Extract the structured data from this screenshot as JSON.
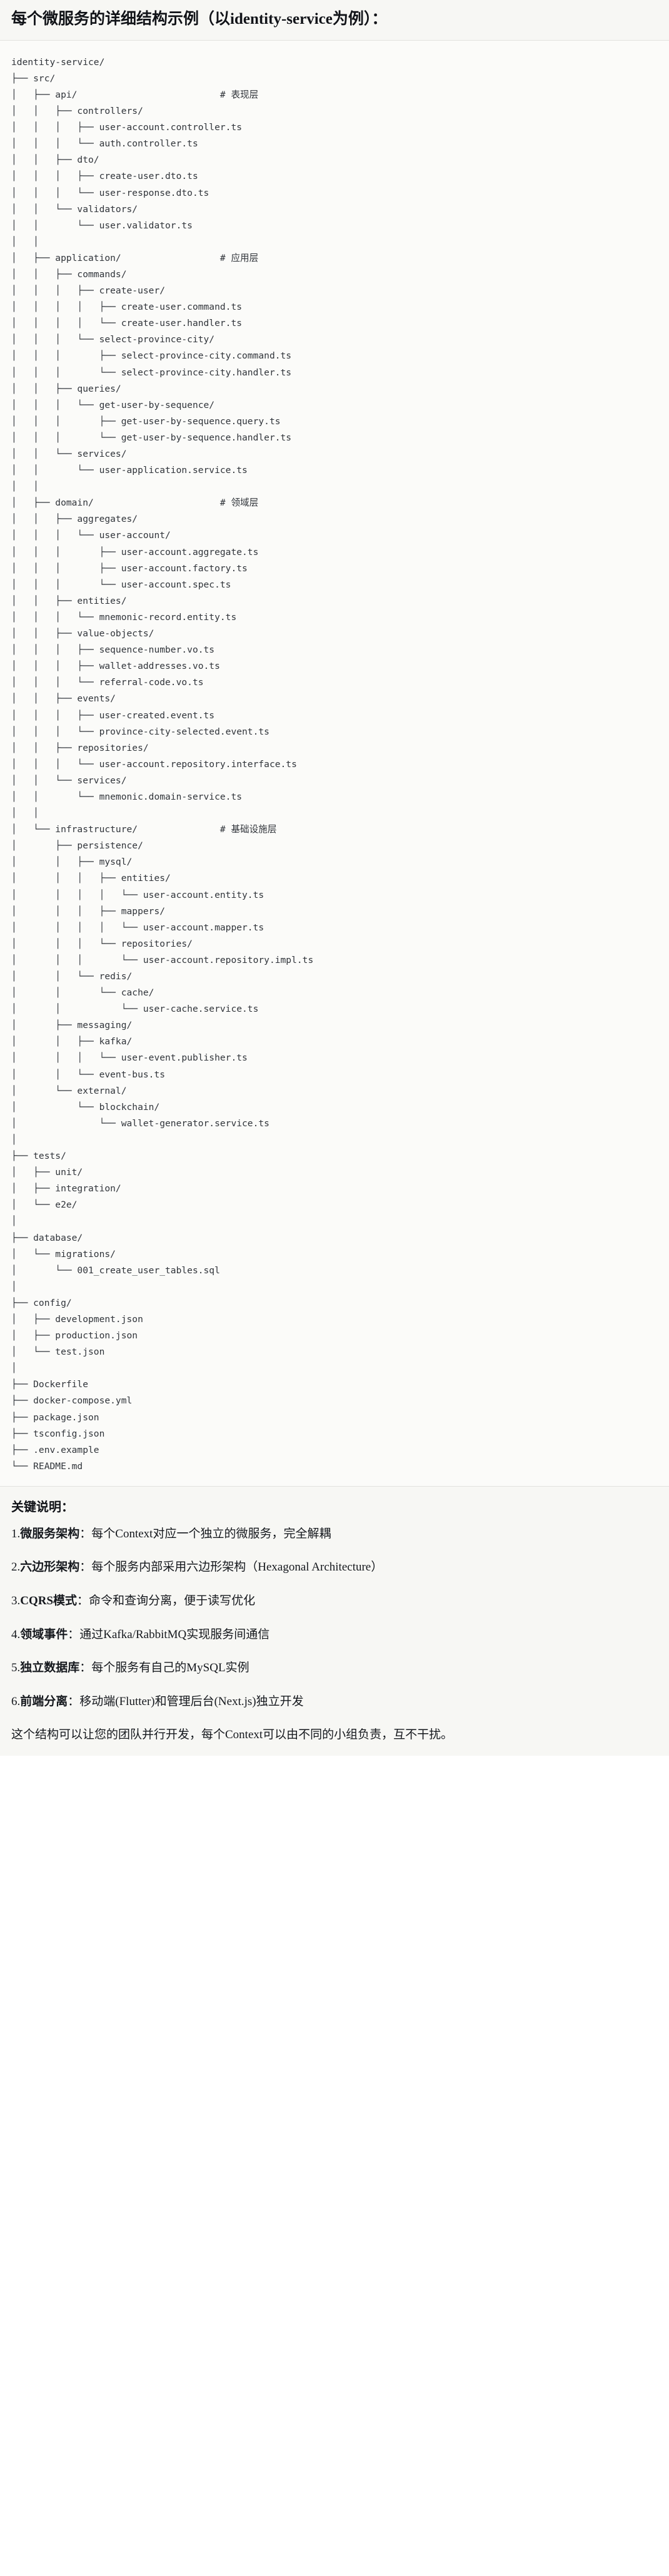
{
  "header": {
    "title": "每个微服务的详细结构示例（以identity-service为例）："
  },
  "tree": {
    "root": "identity-service/",
    "lines": [
      "identity-service/",
      "├── src/",
      "│   ├── api/                          # 表现层",
      "│   │   ├── controllers/",
      "│   │   │   ├── user-account.controller.ts",
      "│   │   │   └── auth.controller.ts",
      "│   │   ├── dto/",
      "│   │   │   ├── create-user.dto.ts",
      "│   │   │   └── user-response.dto.ts",
      "│   │   └── validators/",
      "│   │       └── user.validator.ts",
      "│   │",
      "│   ├── application/                  # 应用层",
      "│   │   ├── commands/",
      "│   │   │   ├── create-user/",
      "│   │   │   │   ├── create-user.command.ts",
      "│   │   │   │   └── create-user.handler.ts",
      "│   │   │   └── select-province-city/",
      "│   │   │       ├── select-province-city.command.ts",
      "│   │   │       └── select-province-city.handler.ts",
      "│   │   ├── queries/",
      "│   │   │   └── get-user-by-sequence/",
      "│   │   │       ├── get-user-by-sequence.query.ts",
      "│   │   │       └── get-user-by-sequence.handler.ts",
      "│   │   └── services/",
      "│   │       └── user-application.service.ts",
      "│   │",
      "│   ├── domain/                       # 领域层",
      "│   │   ├── aggregates/",
      "│   │   │   └── user-account/",
      "│   │   │       ├── user-account.aggregate.ts",
      "│   │   │       ├── user-account.factory.ts",
      "│   │   │       └── user-account.spec.ts",
      "│   │   ├── entities/",
      "│   │   │   └── mnemonic-record.entity.ts",
      "│   │   ├── value-objects/",
      "│   │   │   ├── sequence-number.vo.ts",
      "│   │   │   ├── wallet-addresses.vo.ts",
      "│   │   │   └── referral-code.vo.ts",
      "│   │   ├── events/",
      "│   │   │   ├── user-created.event.ts",
      "│   │   │   └── province-city-selected.event.ts",
      "│   │   ├── repositories/",
      "│   │   │   └── user-account.repository.interface.ts",
      "│   │   └── services/",
      "│   │       └── mnemonic.domain-service.ts",
      "│   │",
      "│   └── infrastructure/               # 基础设施层",
      "│       ├── persistence/",
      "│       │   ├── mysql/",
      "│       │   │   ├── entities/",
      "│       │   │   │   └── user-account.entity.ts",
      "│       │   │   ├── mappers/",
      "│       │   │   │   └── user-account.mapper.ts",
      "│       │   │   └── repositories/",
      "│       │   │       └── user-account.repository.impl.ts",
      "│       │   └── redis/",
      "│       │       └── cache/",
      "│       │           └── user-cache.service.ts",
      "│       ├── messaging/",
      "│       │   ├── kafka/",
      "│       │   │   └── user-event.publisher.ts",
      "│       │   └── event-bus.ts",
      "│       └── external/",
      "│           └── blockchain/",
      "│               └── wallet-generator.service.ts",
      "│",
      "├── tests/",
      "│   ├── unit/",
      "│   ├── integration/",
      "│   └── e2e/",
      "│",
      "├── database/",
      "│   └── migrations/",
      "│       └── 001_create_user_tables.sql",
      "│",
      "├── config/",
      "│   ├── development.json",
      "│   ├── production.json",
      "│   └── test.json",
      "│",
      "├── Dockerfile",
      "├── docker-compose.yml",
      "├── package.json",
      "├── tsconfig.json",
      "├── .env.example",
      "└── README.md"
    ],
    "layer_comments": [
      "# 表现层",
      "# 应用层",
      "# 领域层",
      "# 基础设施层"
    ]
  },
  "notes": {
    "title": "关键说明：",
    "items": [
      {
        "num": "1.",
        "term": "微服务架构",
        "sep": "：",
        "desc": "每个Context对应一个独立的微服务，完全解耦"
      },
      {
        "num": "2.",
        "term": "六边形架构",
        "sep": "：",
        "desc": "每个服务内部采用六边形架构（Hexagonal Architecture）"
      },
      {
        "num": "3.",
        "term": "CQRS模式",
        "sep": "：",
        "desc": "命令和查询分离，便于读写优化"
      },
      {
        "num": "4.",
        "term": "领域事件",
        "sep": "：",
        "desc": "通过Kafka/RabbitMQ实现服务间通信"
      },
      {
        "num": "5.",
        "term": "独立数据库",
        "sep": "：",
        "desc": "每个服务有自己的MySQL实例"
      },
      {
        "num": "6.",
        "term": "前端分离",
        "sep": "：",
        "desc": "移动端(Flutter)和管理后台(Next.js)独立开发"
      }
    ],
    "footer": "这个结构可以让您的团队并行开发，每个Context可以由不同的小组负责，互不干扰。"
  }
}
